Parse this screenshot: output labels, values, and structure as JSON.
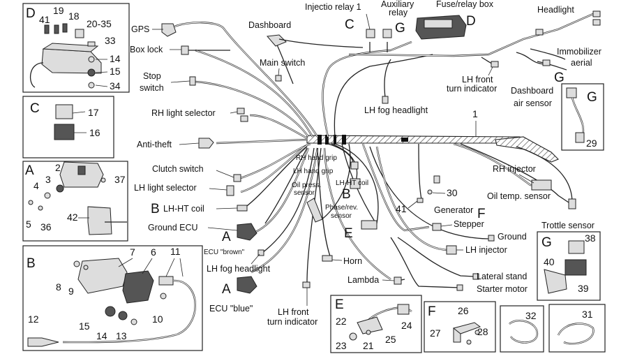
{
  "colors": {
    "ink": "#111111",
    "paper": "#ffffff"
  },
  "labels": {
    "gps": "GPS",
    "box_lock": "Box lock",
    "stop_switch_1": "Stop",
    "stop_switch_2": "switch",
    "rh_light_selector": "RH light selector",
    "anti_theft": "Anti-theft",
    "clutch_switch": "Clutch switch",
    "lh_light_selector": "LH light selector",
    "b_lh_ht_coil_letter": "B",
    "b_lh_ht_coil_text": "LH-HT coil",
    "ground_ecu": "Ground ECU",
    "ecu_brown_letter": "A",
    "ecu_brown": "ECU \"brown\"",
    "lh_fog_headlight_left": "LH fog headlight",
    "ecu_blue_letter": "A",
    "ecu_blue": "ECU \"blue\"",
    "lh_front_turn_bottom_1": "LH front",
    "lh_front_turn_bottom_2": "turn indicator",
    "horn": "Horn",
    "lambda": "Lambda",
    "dashboard": "Dashboard",
    "main_switch": "Main switch",
    "injectio_relay": "Injectio relay 1",
    "injectio_letter": "C",
    "aux_relay_1": "Auxiliary",
    "aux_relay_2": "relay",
    "aux_letter": "G",
    "fuse_box": "Fuse/relay box",
    "fuse_letter": "D",
    "headlight": "Headlight",
    "immobilizer_1": "Immobilizer",
    "immobilizer_2": "aerial",
    "lh_front_turn_top_1": "LH front",
    "lh_front_turn_top_2": "turn indicator",
    "dash_air_letter": "G",
    "dash_air_1": "Dashboard",
    "dash_air_2": "air sensor",
    "lh_fog_headlight_top": "LH fog headlight",
    "harness_number": "1",
    "rh_hand_grip": "RH hand grip",
    "lh_hand_grip": "LH hand grip",
    "oil_press_1": "Oil press.",
    "oil_press_2": "sensor",
    "b_rh_letter": "B",
    "rh_ht_coil": "LH-HT coil",
    "phase_rev_1": "Phase/rev.",
    "phase_rev_2": "sensor",
    "e_letter": "E",
    "rh_injector": "RH injector",
    "num_30": "30",
    "generator": "Generator",
    "num_41": "41",
    "oil_temp_letter": "F",
    "oil_temp": "Oil temp. sensor",
    "trottle": "Trottle sensor",
    "stepper": "Stepper",
    "ground": "Ground",
    "lh_injector": "LH injector",
    "lateral_stand": "Lateral stand",
    "starter_motor": "Starter motor"
  },
  "inset_d": {
    "letter": "D",
    "numbers": [
      "41",
      "19",
      "18",
      "20-35",
      "33",
      "14",
      "15",
      "34"
    ]
  },
  "inset_c": {
    "letter": "C",
    "numbers": [
      "17",
      "16"
    ]
  },
  "inset_a": {
    "letter": "A",
    "numbers": [
      "2",
      "3",
      "4",
      "37",
      "5",
      "36",
      "42"
    ]
  },
  "inset_b": {
    "letter": "B",
    "numbers": [
      "7",
      "6",
      "11",
      "8",
      "9",
      "10",
      "12",
      "15",
      "14",
      "13"
    ]
  },
  "inset_g_top": {
    "letter": "G",
    "numbers": [
      "29"
    ]
  },
  "inset_g_bottom": {
    "letter": "G",
    "numbers": [
      "38",
      "40",
      "39"
    ]
  },
  "inset_e": {
    "letter": "E",
    "numbers": [
      "22",
      "23",
      "21",
      "25",
      "24"
    ]
  },
  "inset_f": {
    "letter": "F",
    "numbers": [
      "26",
      "27",
      "28"
    ]
  },
  "inset_32": {
    "numbers": [
      "32"
    ]
  },
  "inset_31": {
    "numbers": [
      "31"
    ]
  }
}
